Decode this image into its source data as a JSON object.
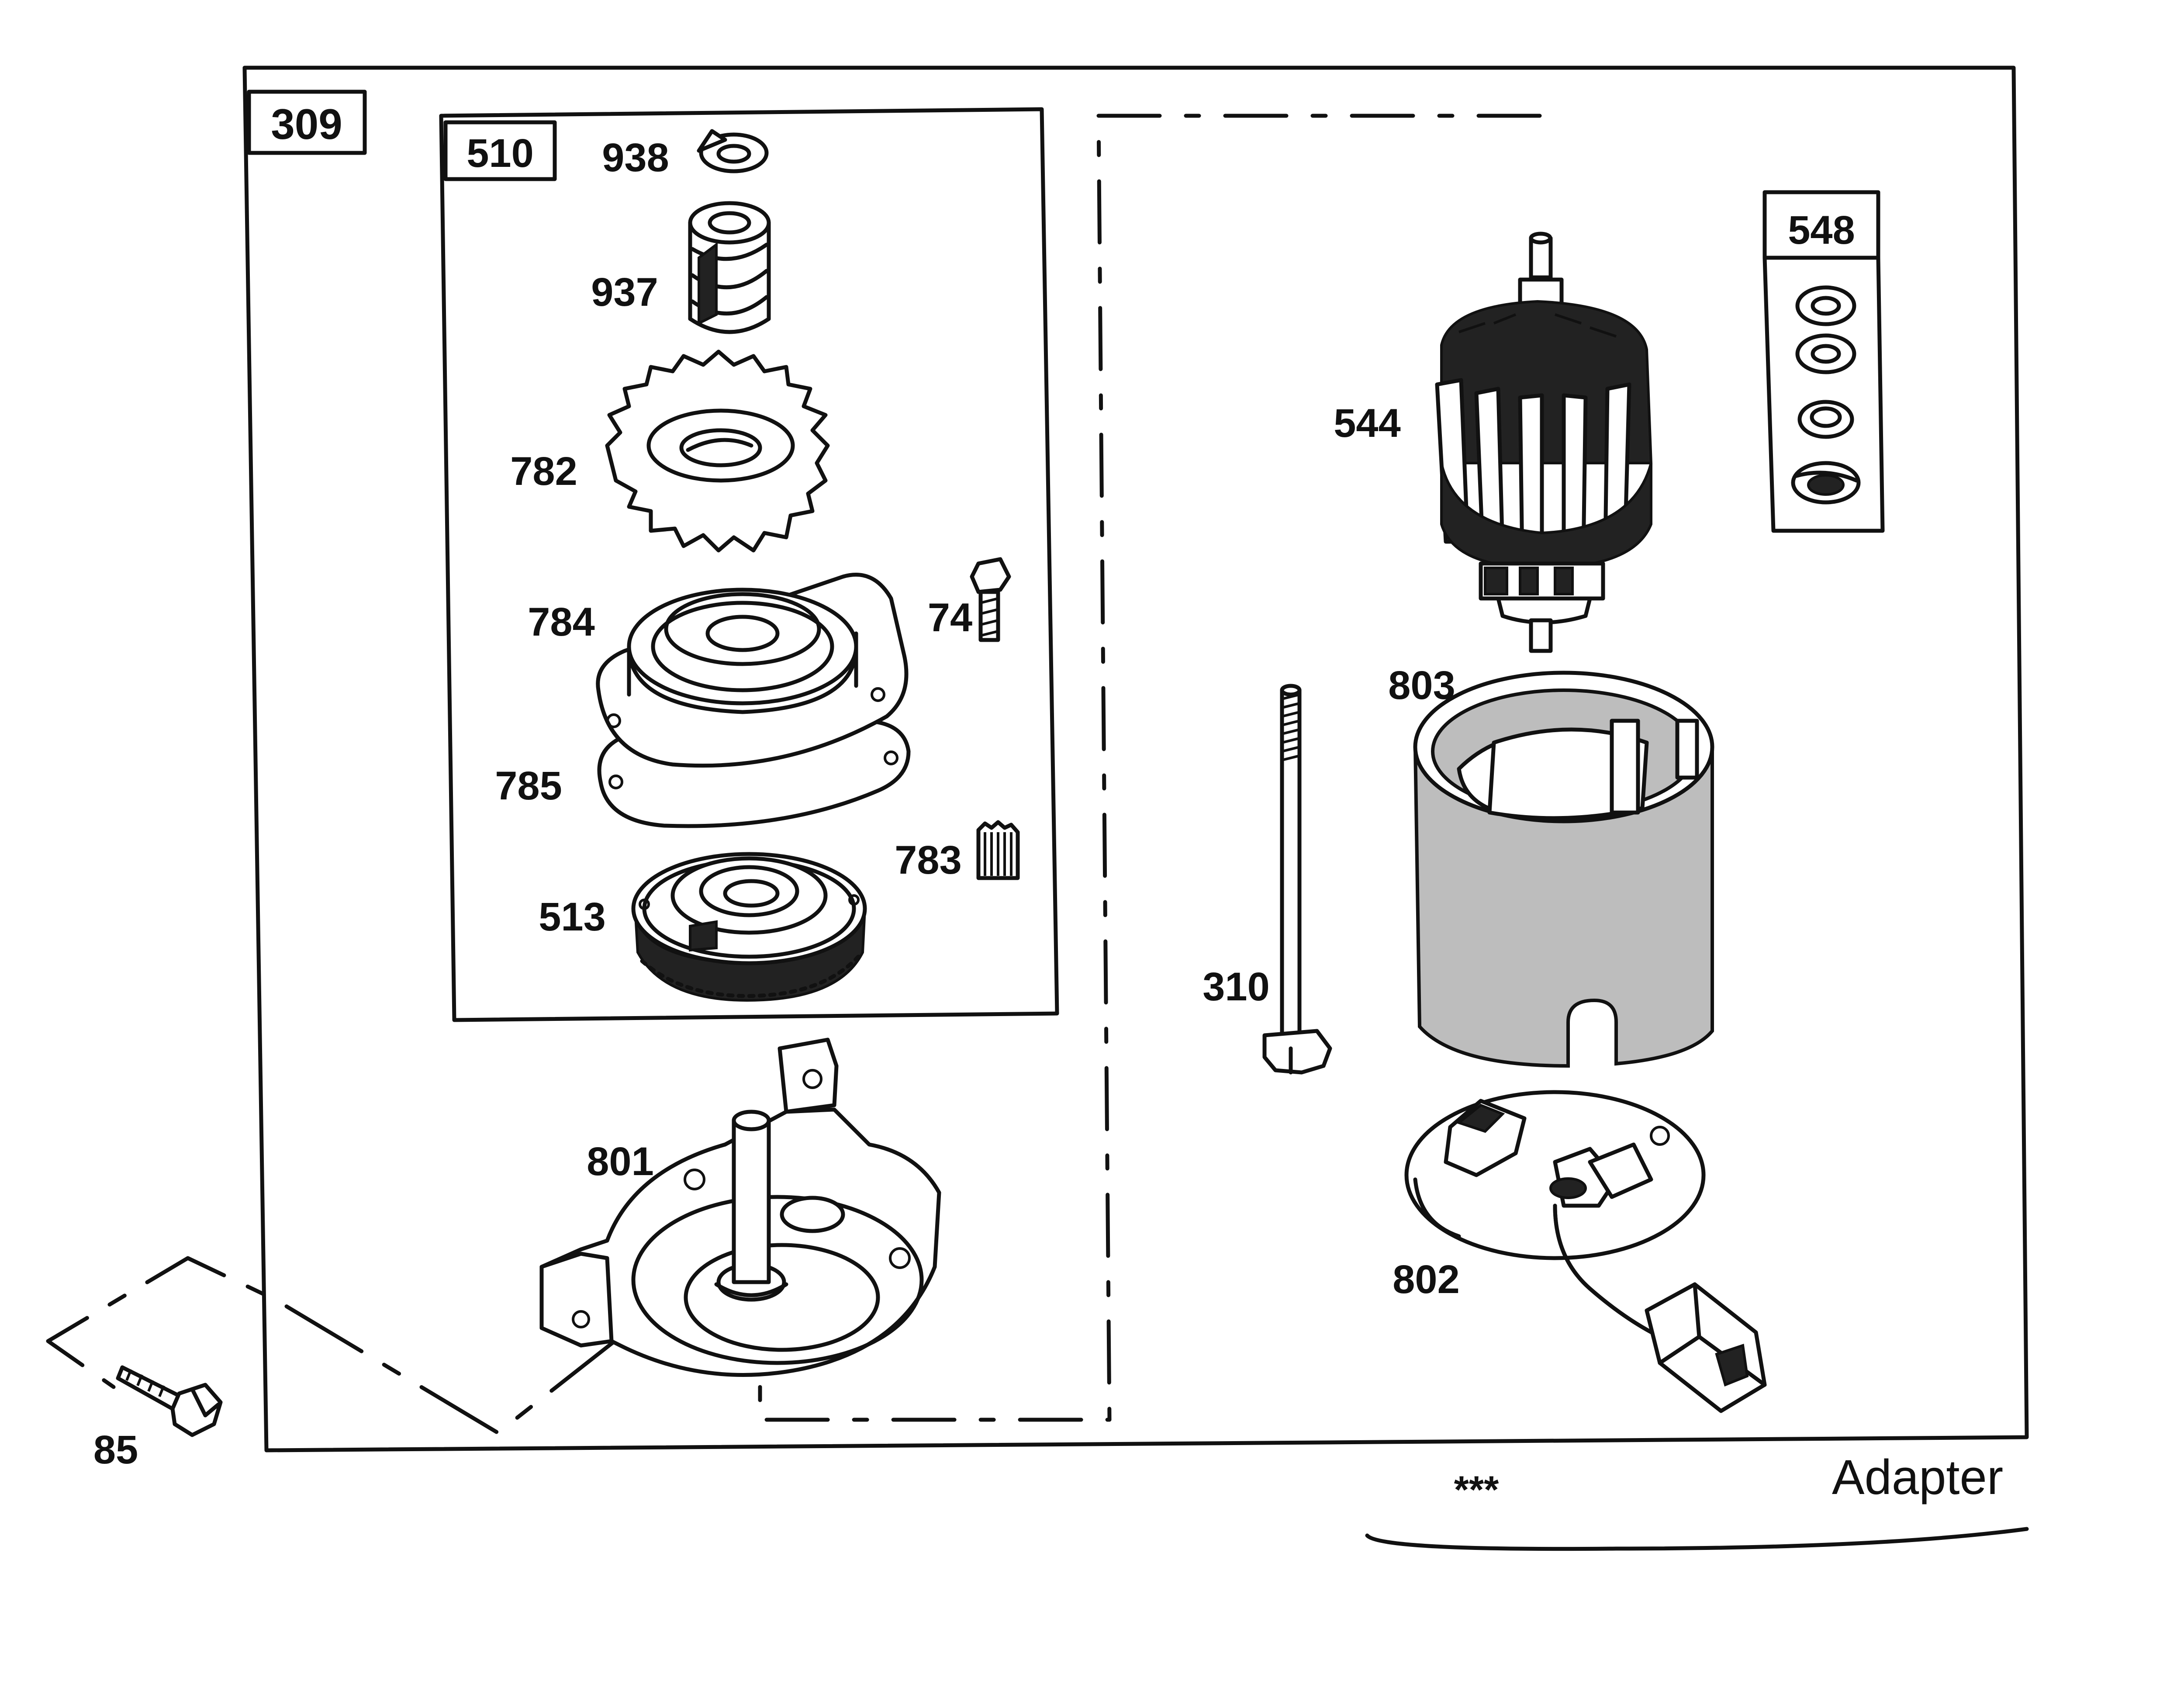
{
  "labels": {
    "assembly": "309",
    "drive_kit": "510",
    "brush_kit": "548",
    "retainer": "938",
    "pinion": "937",
    "gear": "782",
    "cover": "784",
    "gasket": "785",
    "clutch": "513",
    "screw_74": "74",
    "pinion_783": "783",
    "armature": "544",
    "housing": "803",
    "bolt": "310",
    "drive_end_cap": "801",
    "brush_plate": "802",
    "screw_85": "85"
  },
  "footer": {
    "stars": "***",
    "adapter": "Adapter"
  },
  "colors": {
    "ink": "#111111",
    "paper": "#ffffff",
    "shade": "#bdbdbd"
  }
}
